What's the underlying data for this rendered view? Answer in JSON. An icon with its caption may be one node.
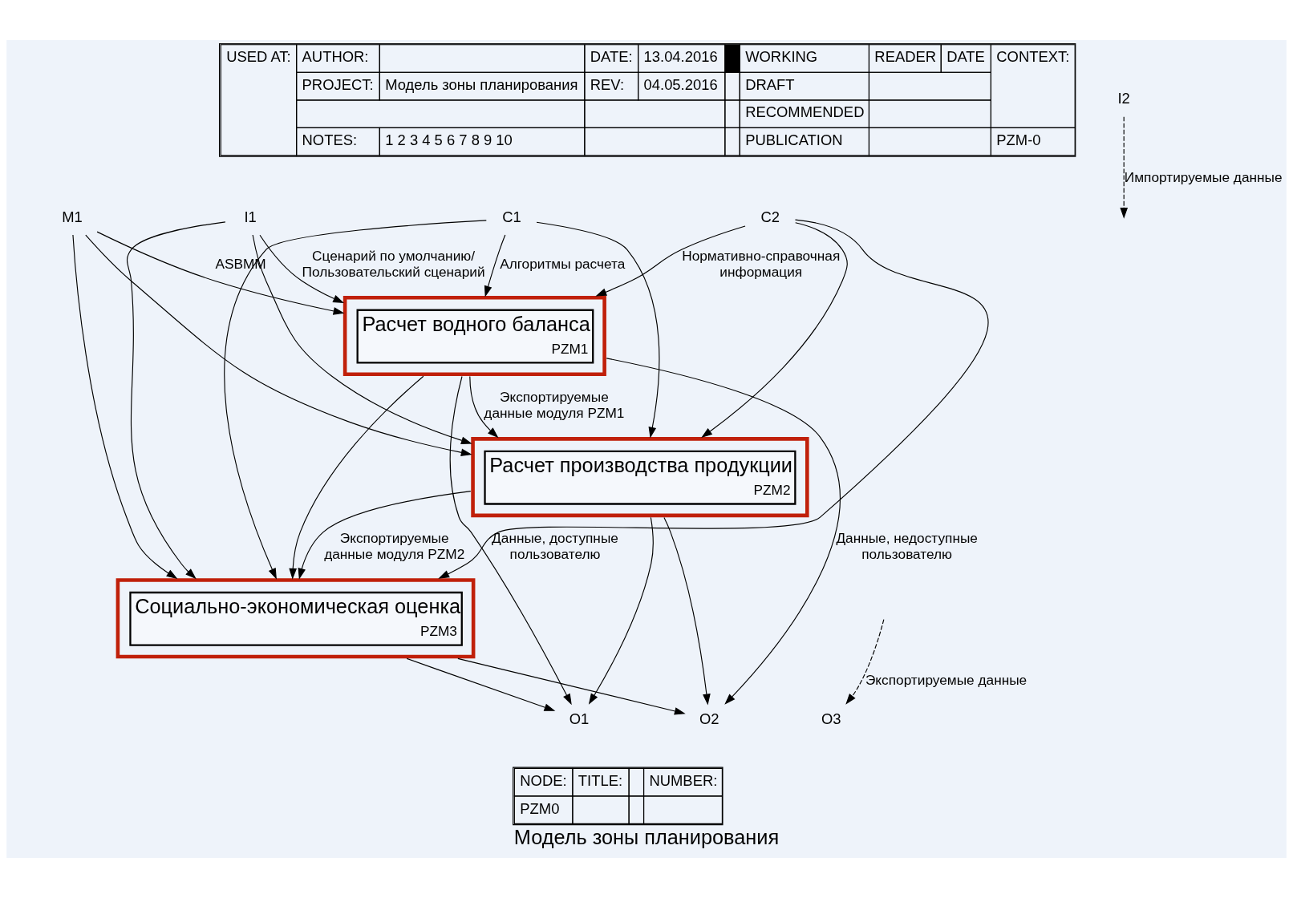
{
  "diagram": {
    "title": "Модель зоны планирования",
    "nodes": [
      {
        "text": [
          "Расчет водного баланса",
          "PZM1"
        ]
      },
      {
        "text": [
          "Расчет производства продукции",
          "PZM2"
        ]
      },
      {
        "text": [
          "Социально-экономическая оценка",
          "PZM3"
        ]
      },
      {
        "text": [
          "C1"
        ]
      },
      {
        "text": [
          "C2"
        ]
      },
      {
        "text": [
          "I1"
        ]
      },
      {
        "text": [
          "I2"
        ]
      },
      {
        "text": [
          "M1"
        ]
      },
      {
        "text": [
          "O1"
        ]
      },
      {
        "text": [
          "O2"
        ]
      },
      {
        "text": [
          "O3"
        ]
      }
    ],
    "edges": [
      {
        "from": 3,
        "to": 0,
        "arrow": "to",
        "label": "Алгоритмы расчета"
      },
      {
        "from": 3,
        "to": 1,
        "arrow": "to"
      },
      {
        "from": 3,
        "to": 2,
        "arrow": "to"
      },
      {
        "from": 4,
        "to": 0,
        "arrow": "to",
        "label": "Нормативно-справочная информация"
      },
      {
        "from": 4,
        "to": 1,
        "arrow": "to"
      },
      {
        "from": 4,
        "to": 2,
        "arrow": "to"
      },
      {
        "from": 5,
        "to": 0,
        "arrow": "to",
        "label": "Сценарий по умолчанию/ Пользовательский сценарий"
      },
      {
        "from": 5,
        "to": 1,
        "arrow": "to"
      },
      {
        "from": 5,
        "to": 2,
        "arrow": "to"
      },
      {
        "from": 7,
        "to": 0,
        "arrow": "to",
        "label": "ASBMM"
      },
      {
        "from": 7,
        "to": 1,
        "arrow": "to"
      },
      {
        "from": 7,
        "to": 2,
        "arrow": "to"
      },
      {
        "from": 0,
        "to": 8,
        "arrow": "to",
        "label": "Данные, доступные пользователю"
      },
      {
        "from": 1,
        "to": 8,
        "arrow": "to"
      },
      {
        "from": 2,
        "to": 8,
        "arrow": "to"
      },
      {
        "from": 0,
        "to": 9,
        "arrow": "to",
        "label": "Данные, недоступные пользователю"
      },
      {
        "from": 1,
        "to": 9,
        "arrow": "to"
      },
      {
        "from": 2,
        "to": 9,
        "arrow": "to"
      },
      {
        "from": 0,
        "to": 1,
        "arrow": "to",
        "label": "Экспортируемые данные модуля PZM1"
      },
      {
        "from": 0,
        "to": 2,
        "arrow": "to"
      },
      {
        "from": 1,
        "to": 2,
        "arrow": "to",
        "label": "Экспортируемые данные модуля PZM2"
      },
      {
        "from": 6,
        "to": null,
        "arrow": "to",
        "style": "dashed",
        "label": "Импортируемые данные"
      },
      {
        "from": null,
        "to": 10,
        "arrow": "to",
        "style": "dashed",
        "label": "Экспортируемые данные"
      }
    ],
    "labels": [
      "USED AT:",
      "AUTHOR:",
      "DATE:",
      "13.04.2016",
      "WORKING",
      "READER",
      "DATE",
      "CONTEXT:",
      "PROJECT:",
      "Модель зоны планирования",
      "REV:",
      "04.05.2016",
      "DRAFT",
      "RECOMMENDED",
      "NOTES:",
      "1 2 3 4 5 6 7 8 9 10",
      "PUBLICATION",
      "PZM-0",
      "NODE:",
      "TITLE:",
      "NUMBER:",
      "PZM0"
    ]
  }
}
